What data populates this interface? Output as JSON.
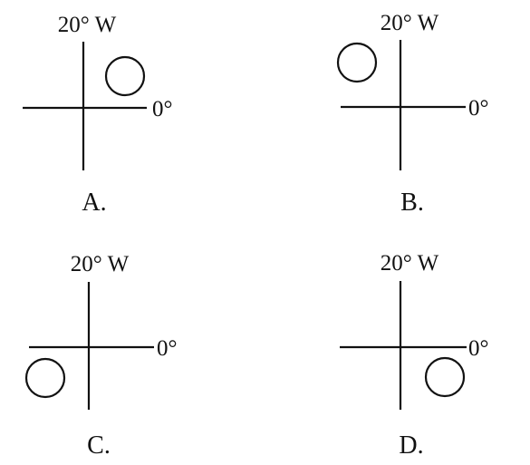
{
  "options": [
    {
      "letter": "A.",
      "top_label": "20° W",
      "right_label": "0°",
      "circle_quadrant": "top-right"
    },
    {
      "letter": "B.",
      "top_label": "20° W",
      "right_label": "0°",
      "circle_quadrant": "top-left"
    },
    {
      "letter": "C.",
      "top_label": "20° W",
      "right_label": "0°",
      "circle_quadrant": "bottom-left"
    },
    {
      "letter": "D.",
      "top_label": "20° W",
      "right_label": "0°",
      "circle_quadrant": "bottom-right"
    }
  ]
}
